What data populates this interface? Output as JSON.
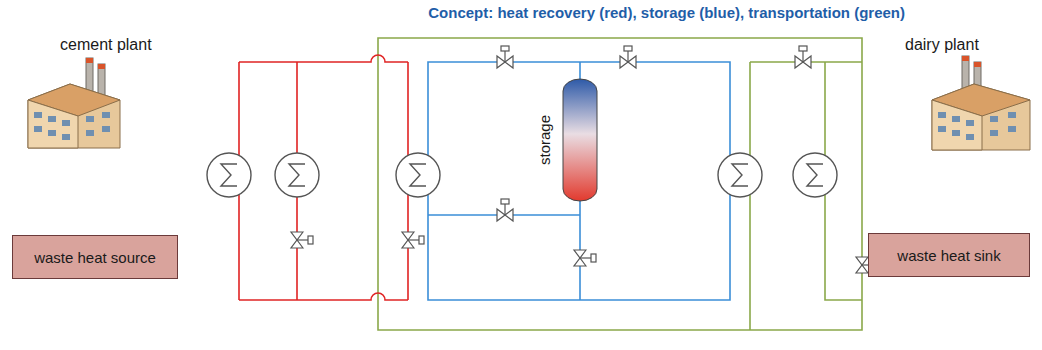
{
  "diagram": {
    "title": "Concept: heat recovery (red), storage (blue), transportation (green)",
    "nodes": [
      {
        "text": [
          "waste heat source"
        ]
      },
      {
        "text": [
          "storage"
        ]
      },
      {
        "text": [
          "waste heat sink"
        ]
      }
    ],
    "labels": [
      "cement plant",
      "dairy plant"
    ]
  }
}
